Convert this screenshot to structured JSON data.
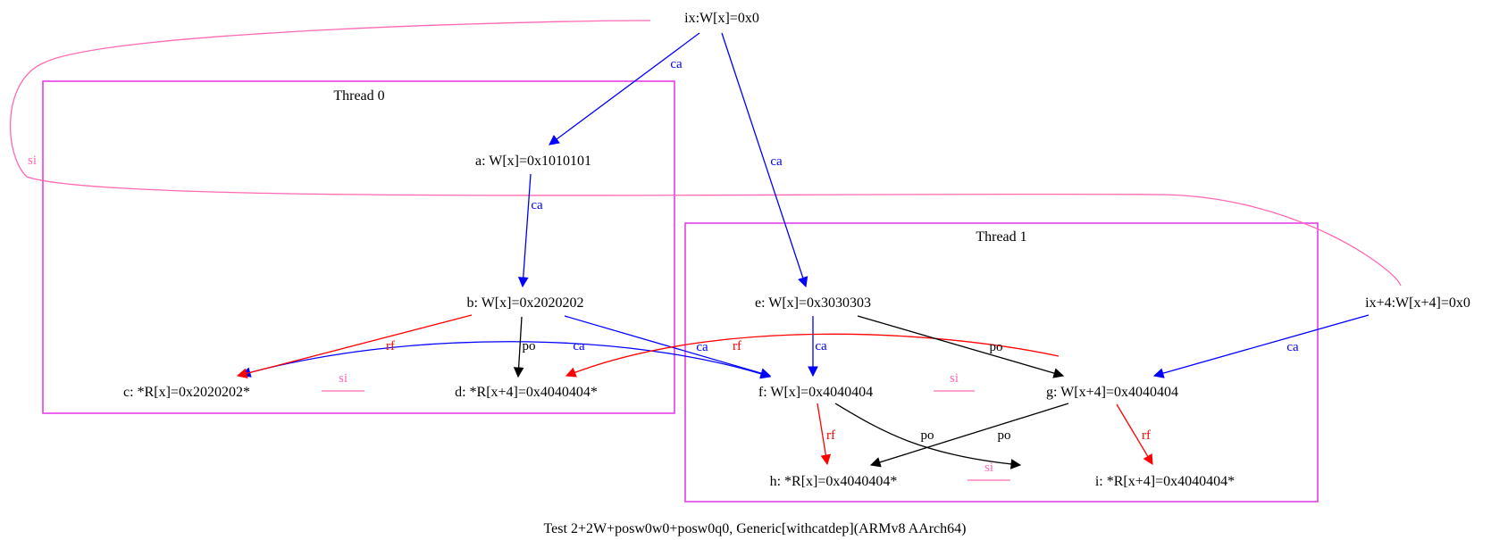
{
  "colors": {
    "cluster_border": "#e83ee8",
    "ca": "#0000ff",
    "rf": "#ff0000",
    "po": "#000000",
    "si": "#ff69b4",
    "background": "#ffffff"
  },
  "clusters": {
    "thread0": {
      "title": "Thread 0"
    },
    "thread1": {
      "title": "Thread 1"
    }
  },
  "nodes": {
    "ix": "ix:W[x]=0x0",
    "ix4": "ix+4:W[x+4]=0x0",
    "a": "a: W[x]=0x1010101",
    "b": "b: W[x]=0x2020202",
    "c": "c: *R[x]=0x2020202*",
    "d": "d: *R[x+4]=0x4040404*",
    "e": "e: W[x]=0x3030303",
    "f": "f: W[x]=0x4040404",
    "g": "g: W[x+4]=0x4040404",
    "h": "h: *R[x]=0x4040404*",
    "i": "i: *R[x+4]=0x4040404*"
  },
  "edge_labels": {
    "ca": "ca",
    "rf": "rf",
    "po": "po",
    "si": "si"
  },
  "caption": "Test 2+2W+posw0w0+posw0q0, Generic[withcatdep](ARMv8 AArch64)"
}
